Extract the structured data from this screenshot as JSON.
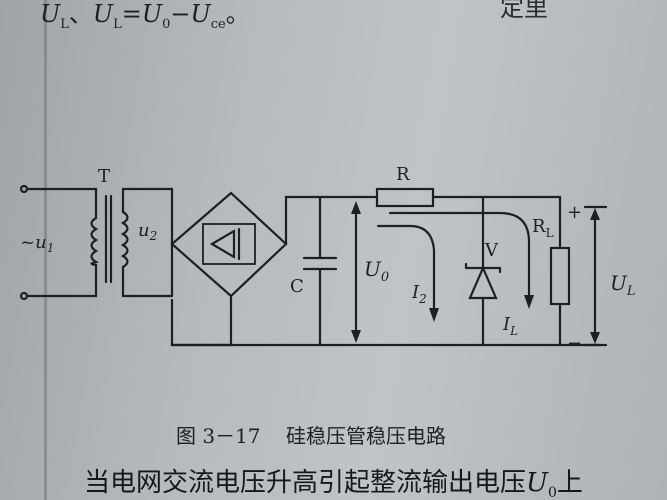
{
  "document": {
    "top_line": {
      "ul1": "U",
      "ul1_sub": "L",
      "sep": "、",
      "ul2": "U",
      "ul2_sub": "L",
      "eq": "=",
      "u0": "U",
      "u0_sub": "0",
      "minus": "−",
      "uce": "U",
      "uce_sub": "ce",
      "end": "。"
    },
    "top_right_fragment": "定里",
    "figure": {
      "labels": {
        "transformer": "T",
        "input_voltage": "~u",
        "input_voltage_sub": "1",
        "secondary_voltage": "u",
        "secondary_voltage_sub": "2",
        "resistor": "R",
        "capacitor": "C",
        "output_voltage": "U",
        "output_voltage_sub": "0",
        "zener_current": "I",
        "zener_current_sub": "2",
        "zener": "V",
        "load_current": "I",
        "load_current_sub": "L",
        "load_resistor": "R",
        "load_resistor_sub": "L",
        "load_voltage": "U",
        "load_voltage_sub": "L",
        "plus": "+",
        "minus": "−"
      },
      "caption_number": "图 3－17",
      "caption_title": "硅稳压管稳压电路"
    },
    "bottom_line": "当电网交流电压升高引起整流输出电压",
    "bottom_line_var": "U",
    "bottom_line_var_sub": "0",
    "bottom_line_end": "上"
  }
}
